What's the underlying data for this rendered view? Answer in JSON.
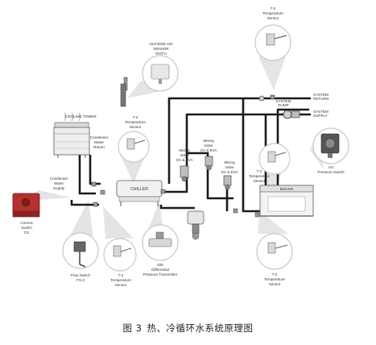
{
  "diagram": {
    "caption_num": "图 3",
    "caption_text": "热、冷循环水系统原理图",
    "colors": {
      "pipe": "#1a1a1a",
      "callout": "#c9c9c9",
      "bubble_fill": "#ffffff",
      "equipment": "#eeeeee",
      "switch_red": "#b5302e"
    },
    "components": {
      "cooling_tower": "COOLING TOWER",
      "condenser_return": [
        "Condenser",
        "Water",
        "Return"
      ],
      "condenser_supply": [
        "Condenser",
        "Water",
        "Supply"
      ],
      "chiller": "CHILLER",
      "boiler": "BOILER",
      "system_pump": [
        "SYSTEM",
        "PUMP"
      ],
      "system_return": [
        "SYSTEM",
        "RETURN"
      ],
      "system_supply": [
        "SYSTEM",
        "SUPPLY"
      ],
      "mixing_valve_1": [
        "Mixing",
        "Valve",
        "GV & EVA"
      ],
      "mixing_valve_2": [
        "Mixing",
        "Valve",
        "GV & EVA"
      ],
      "mixing_valve_3": [
        "Mixing",
        "Valve",
        "GV & EVA"
      ]
    },
    "callouts": {
      "outside_air_sensor": [
        "OUTSIDE AIR",
        "SENSOR",
        "RHT-0"
      ],
      "temp_top": [
        "T-2",
        "Temperature",
        "Sensor"
      ],
      "temp_tower": [
        "T-2",
        "Temperature",
        "Sensor"
      ],
      "temp_boiler": [
        "T-2",
        "Temperature",
        "Sensor"
      ],
      "pressure_switch": [
        "H3",
        "Pressure Switch"
      ],
      "current_switch": [
        "Current",
        "Switch",
        "CS"
      ],
      "flow_switch": [
        "Flow Switch",
        "FS-2"
      ],
      "temp_bottom_left": [
        "T-2",
        "Temperature",
        "Sensor"
      ],
      "diff_pressure": [
        "026",
        "Differential",
        "Pressure Transmitter"
      ],
      "temp_bottom_right": [
        "T-2",
        "Temperature",
        "Sensor"
      ]
    }
  }
}
